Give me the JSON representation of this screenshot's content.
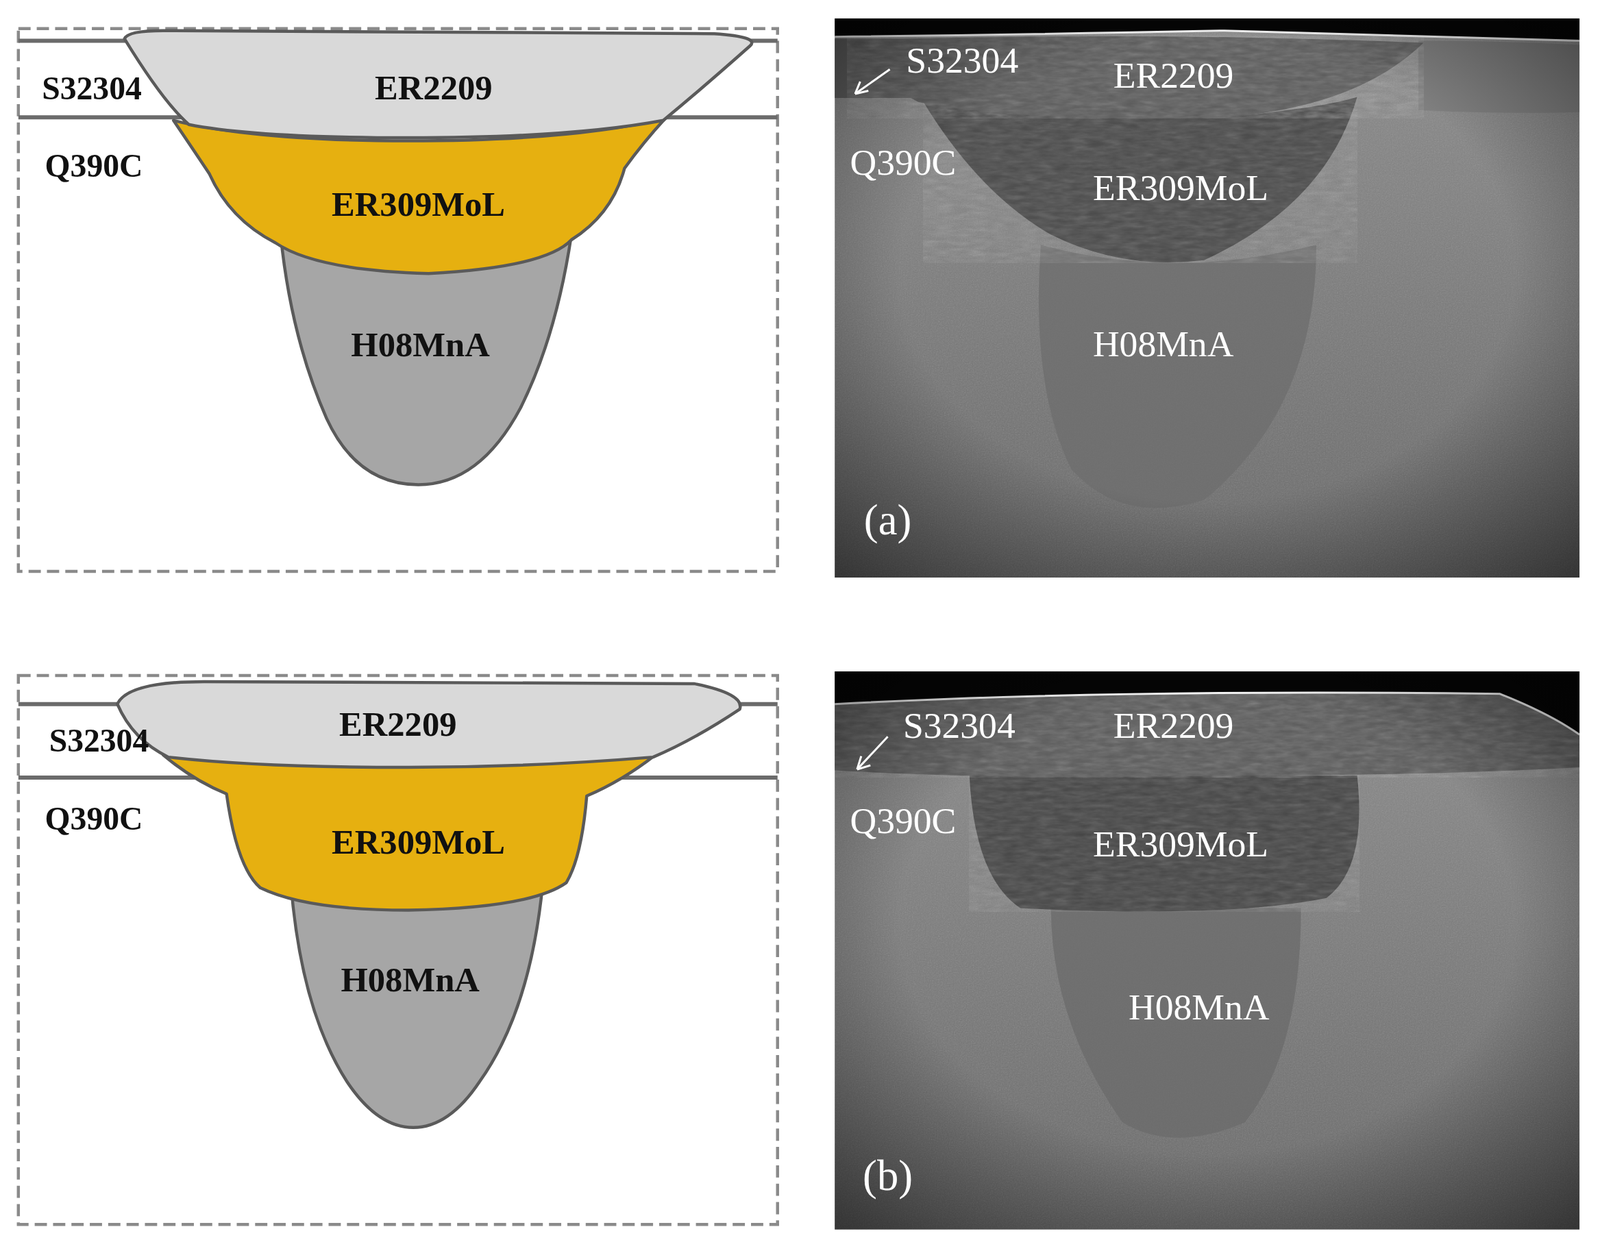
{
  "diagram": {
    "nodes": [
      {
        "text": [
          "ER2209"
        ]
      },
      {
        "text": [
          "ER309MoL"
        ]
      },
      {
        "text": [
          "H08MnA"
        ]
      },
      {
        "text": [
          "ER2209"
        ]
      },
      {
        "text": [
          "ER309MoL"
        ]
      },
      {
        "text": [
          "H08MnA"
        ]
      }
    ],
    "labels": [
      "S32304",
      "Q390C",
      "S32304",
      "ER2209",
      "Q390C",
      "ER309MoL",
      "H08MnA",
      "(a)",
      "S32304",
      "Q390C",
      "S32304",
      "ER2209",
      "Q390C",
      "ER309MoL",
      "H08MnA",
      "(b)"
    ]
  }
}
